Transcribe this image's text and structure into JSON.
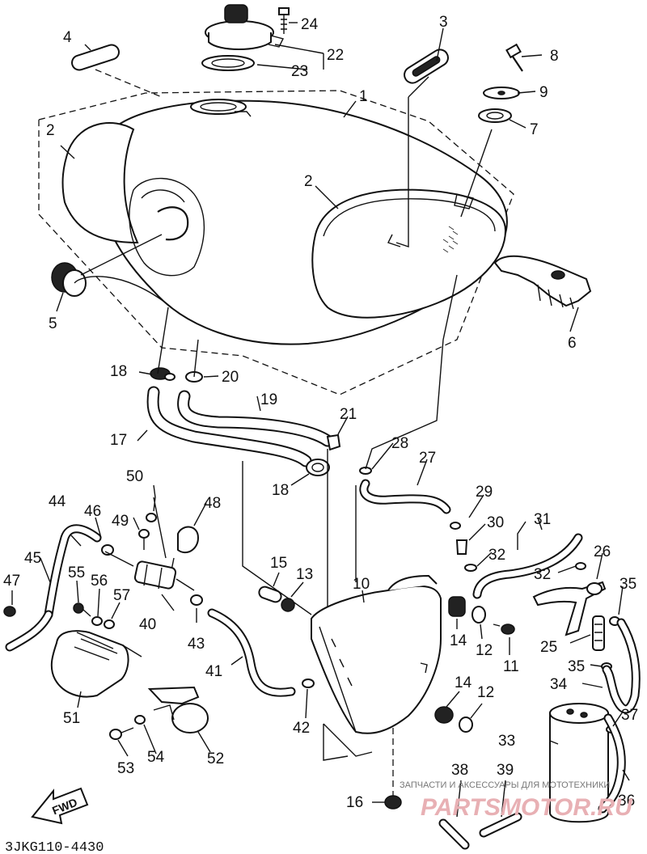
{
  "diagram": {
    "part_numbers": {
      "p1": "1",
      "p2a": "2",
      "p2b": "2",
      "p3": "3",
      "p4": "4",
      "p5": "5",
      "p6": "6",
      "p7": "7",
      "p8": "8",
      "p9": "9",
      "p10": "10",
      "p11": "11",
      "p12a": "12",
      "p12b": "12",
      "p13": "13",
      "p14a": "14",
      "p14b": "14",
      "p15": "15",
      "p16": "16",
      "p17": "17",
      "p18a": "18",
      "p18b": "18",
      "p19": "19",
      "p20": "20",
      "p21": "21",
      "p22": "22",
      "p23": "23",
      "p24": "24",
      "p25": "25",
      "p26": "26",
      "p27": "27",
      "p28": "28",
      "p29": "29",
      "p30": "30",
      "p31": "31",
      "p32a": "32",
      "p32b": "32",
      "p33": "33",
      "p34": "34",
      "p35a": "35",
      "p35b": "35",
      "p36": "36",
      "p37": "37",
      "p38": "38",
      "p39": "39",
      "p40": "40",
      "p41": "41",
      "p42": "42",
      "p43": "43",
      "p44": "44",
      "p45": "45",
      "p46": "46",
      "p47": "47",
      "p48": "48",
      "p49": "49",
      "p50": "50",
      "p51": "51",
      "p52": "52",
      "p53": "53",
      "p54": "54",
      "p55": "55",
      "p56": "56",
      "p57": "57"
    },
    "fwd_label": "FWD",
    "drawing_code": "3JKG110-4430",
    "watermark_text": "ЗАПЧАСТИ И АКСЕССУАРЫ ДЛЯ МОТОТЕХНИКИ",
    "watermark_logo": "PARTSMOTOR.RU",
    "colors": {
      "line": "#111111",
      "background": "#ffffff",
      "watermark": "#e8b0b4"
    }
  }
}
